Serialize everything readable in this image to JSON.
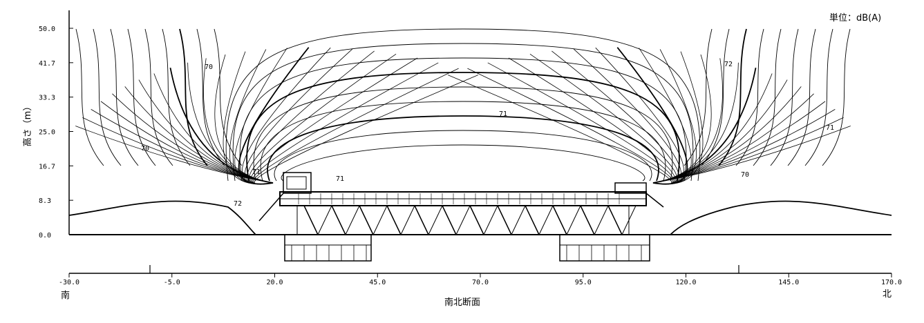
{
  "unit_label": "単位：dB(A)",
  "y_axis_label": "高さ（m）",
  "y_ticks": [
    "50.0",
    "41.7",
    "33.3",
    "25.0",
    "16.7",
    "8.3",
    "0.0"
  ],
  "x_ticks": [
    "-30.0",
    "-5.0",
    "20.0",
    "45.0",
    "70.0",
    "95.0",
    "120.0",
    "145.0",
    "170.0"
  ],
  "section_title": "南北断面",
  "south_label": "南",
  "north_label": "北",
  "contour_labels": [
    "70",
    "71",
    "72",
    "70",
    "71",
    "72",
    "71",
    "70",
    "71"
  ],
  "colors": {
    "ink": "#000000",
    "paper": "#ffffff"
  }
}
